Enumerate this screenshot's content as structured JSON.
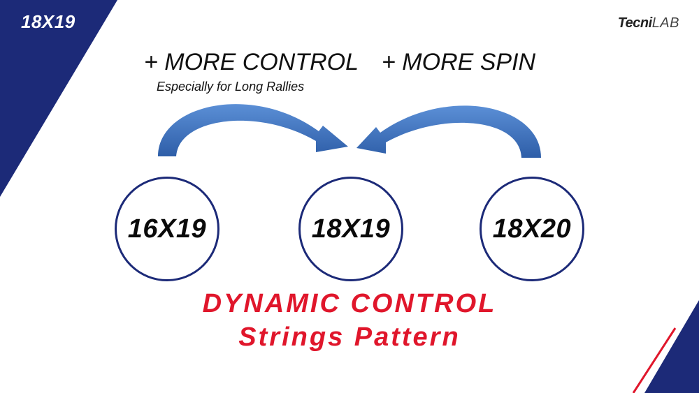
{
  "corner_tag": "18X19",
  "logo": {
    "bold": "Tecni",
    "light": "LAB"
  },
  "benefits": {
    "left": "+ MORE CONTROL",
    "left_sub": "Especially for Long Rallies",
    "right": "+ MORE SPIN"
  },
  "patterns": [
    "16X19",
    "18X19",
    "18X20"
  ],
  "headline": {
    "line1": "DYNAMIC CONTROL",
    "line2": "Strings Pattern"
  },
  "colors": {
    "navy": "#1c2a78",
    "red": "#e0162b",
    "arrow": "#3f6fb8"
  }
}
